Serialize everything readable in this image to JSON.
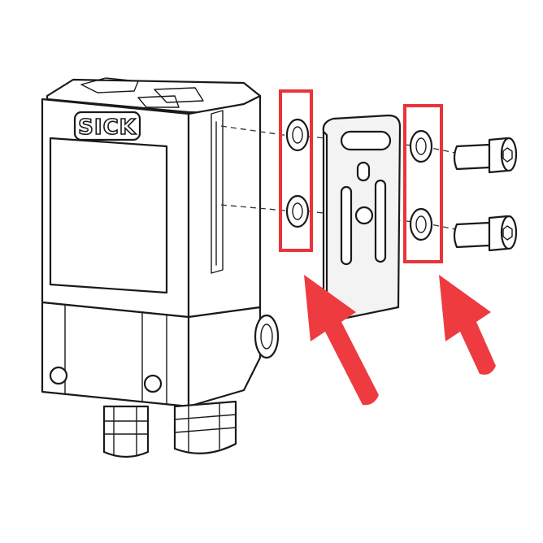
{
  "brand": {
    "logo_text": "SICK"
  },
  "colors": {
    "highlight": "#e8343a",
    "arrow": "#ee3b3f",
    "line": "#1a1a1a"
  },
  "parts": {
    "sensor": "sensor-body",
    "bracket": "mounting-bracket",
    "screws": 2,
    "holes_highlighted": 4
  }
}
